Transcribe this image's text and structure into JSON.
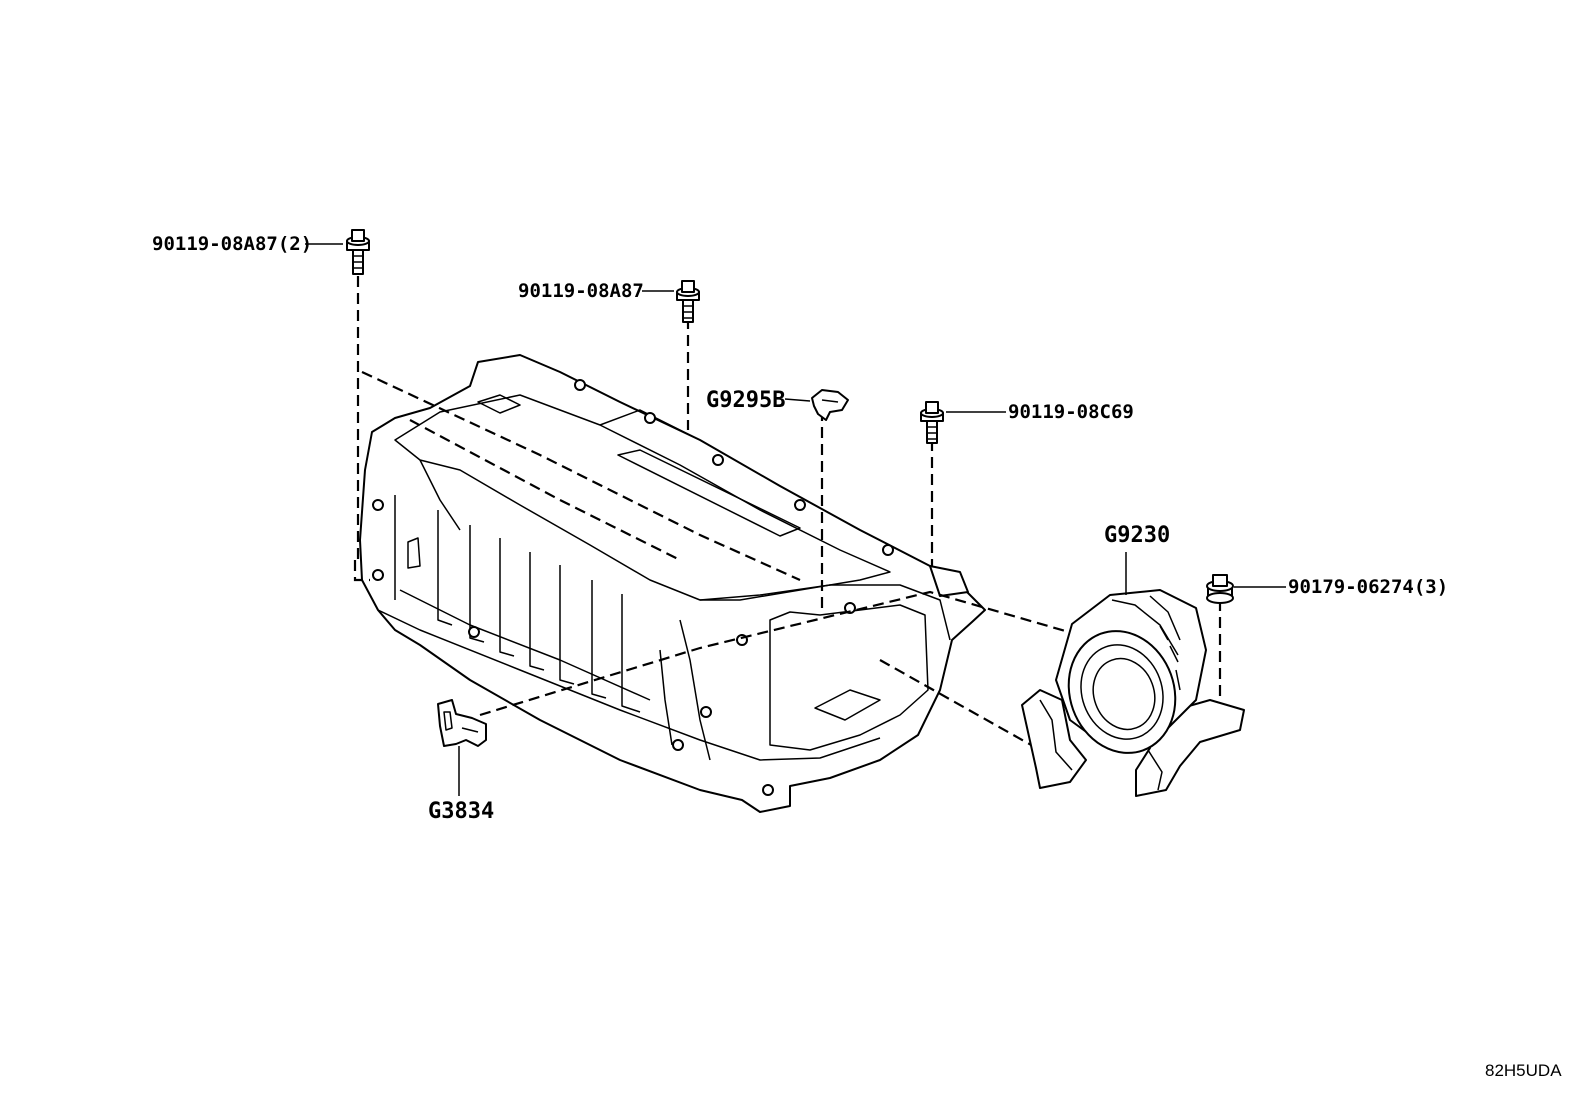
{
  "callouts": {
    "bolt_top_left": "90119-08A87(2)",
    "bolt_top_mid": "90119-08A87",
    "clip": "G9295B",
    "bolt_right": "90119-08C69",
    "blower": "G9230",
    "nut_right": "90179-06274(3)",
    "bracket": "G3834"
  },
  "diagram_code": "82H5UDA"
}
